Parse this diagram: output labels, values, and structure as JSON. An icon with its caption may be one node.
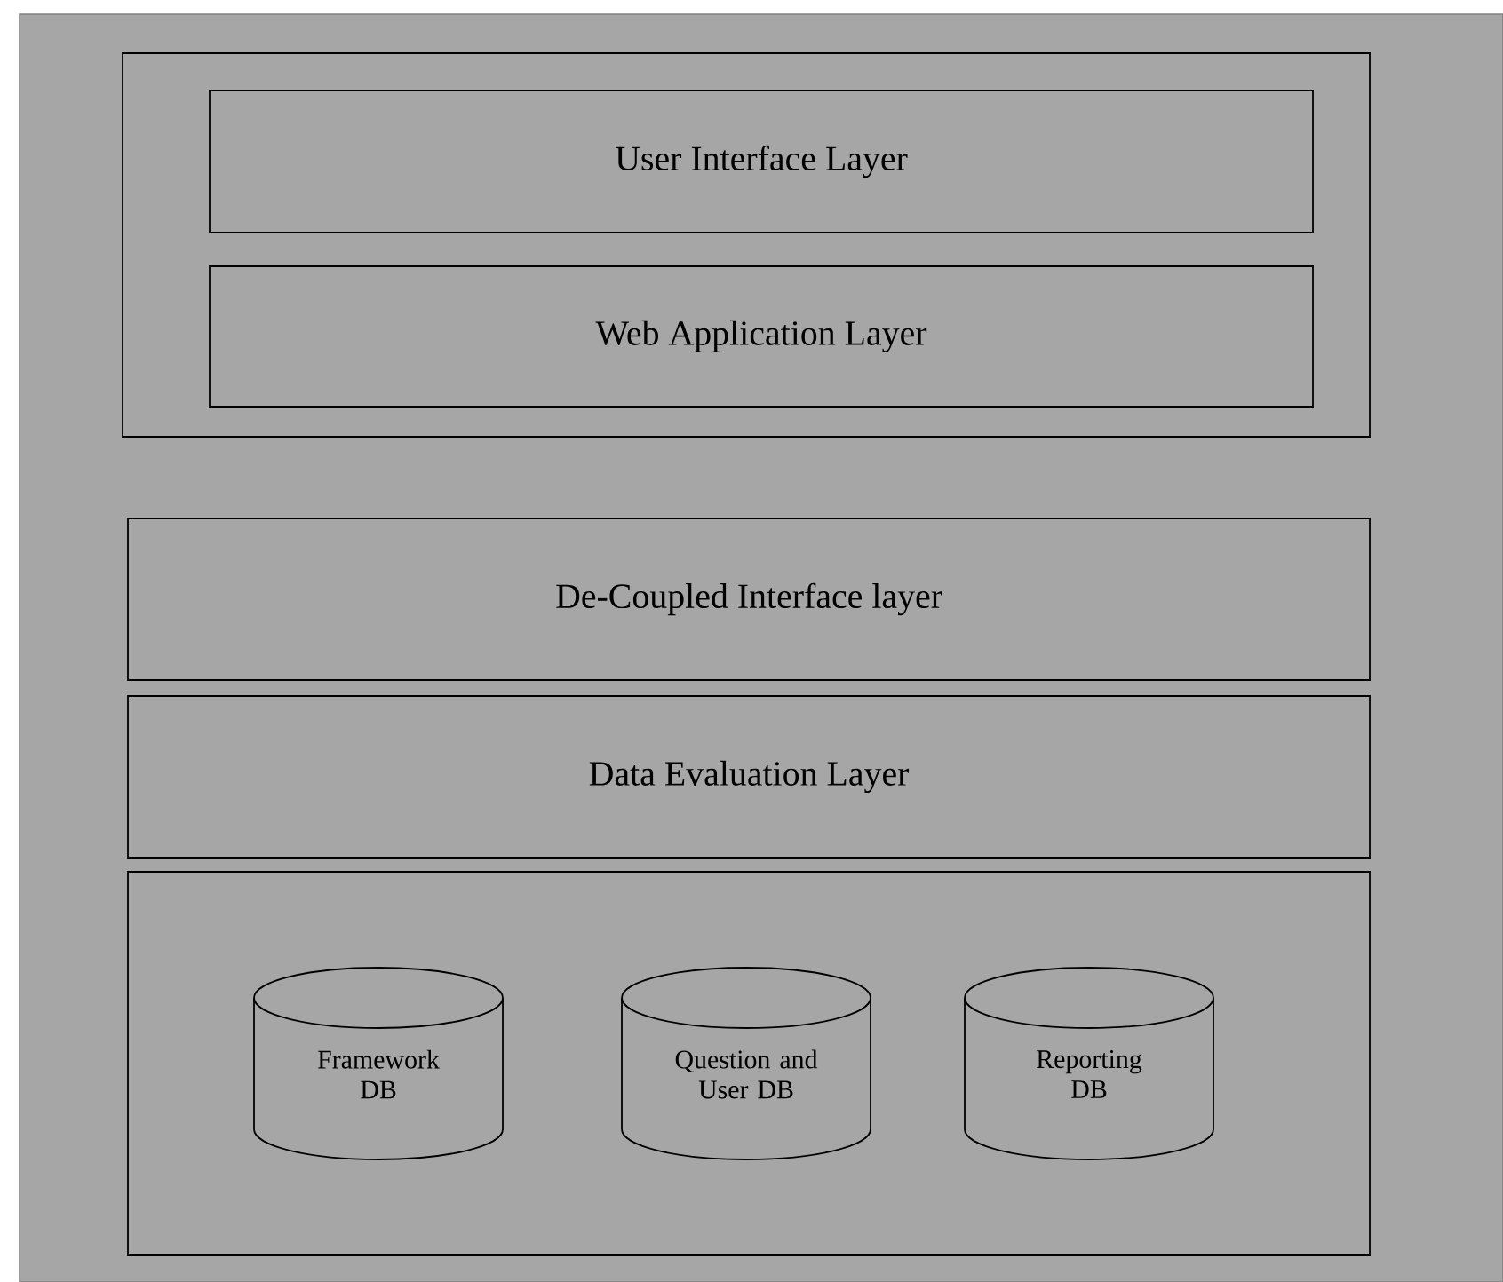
{
  "diagram": {
    "nodes": [
      {
        "text": [],
        "shape": "box"
      },
      {
        "text": [
          "User Interface Layer"
        ],
        "in": 0
      },
      {
        "text": [
          "Web Application Layer"
        ],
        "in": 0
      },
      {
        "text": [
          "De-Coupled Interface layer"
        ]
      },
      {
        "text": [
          "Data Evaluation Layer"
        ]
      },
      {
        "text": [],
        "shape": "box"
      },
      {
        "text": [
          "Framework DB"
        ],
        "in": 5
      },
      {
        "text": [
          "Question and User DB"
        ],
        "in": 5
      },
      {
        "text": [
          "Reporting DB"
        ],
        "in": 5
      }
    ]
  }
}
